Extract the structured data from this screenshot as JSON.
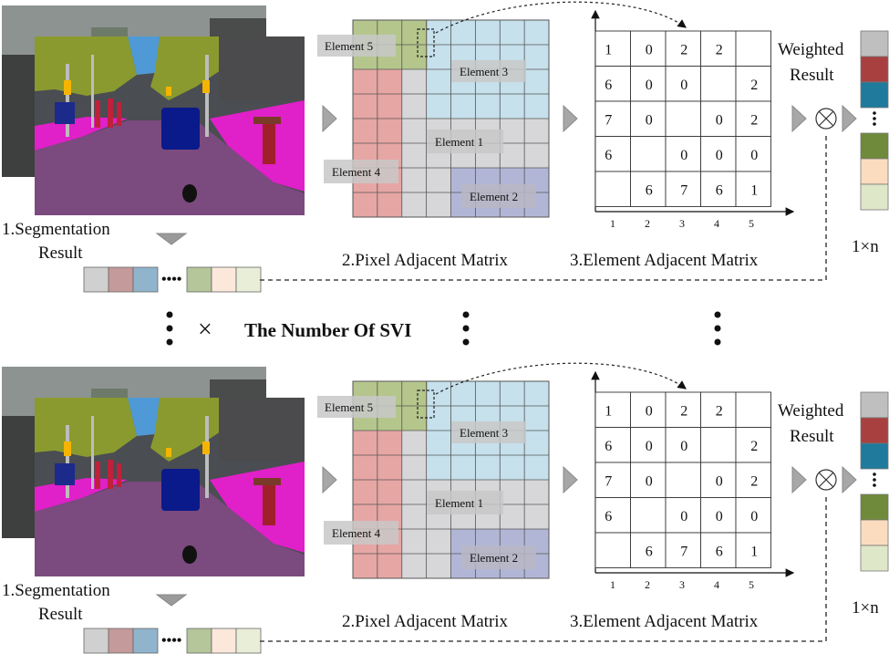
{
  "labels": {
    "seg_line1": "1.Segmentation",
    "seg_line2": "Result",
    "pixel_matrix": "2.Pixel Adjacent Matrix",
    "element_matrix": "3.Element Adjacent Matrix",
    "weighted_line1": "Weighted",
    "weighted_line2": "Result",
    "one_by_n": "1×n",
    "times": "×",
    "svi_count": "The Number Of SVI"
  },
  "elements": [
    "Element 1",
    "Element 2",
    "Element 3",
    "Element 4",
    "Element 5"
  ],
  "element_matrix": {
    "col_labels": [
      "1",
      "2",
      "3",
      "4",
      "5"
    ],
    "rows": [
      [
        "1",
        "0",
        "2",
        "2",
        ""
      ],
      [
        "6",
        "0",
        "0",
        "",
        "2"
      ],
      [
        "7",
        "0",
        "",
        "0",
        "2"
      ],
      [
        "6",
        "",
        "0",
        "0",
        "0"
      ],
      [
        "",
        "6",
        "7",
        "6",
        "1"
      ]
    ]
  },
  "colors": {
    "element1": "#d7d7d9",
    "element2": "#b2b6d6",
    "element3": "#c6e0ec",
    "element4": "#e6a6a4",
    "element5": "#b5c68c",
    "vector": [
      "#bfbfbf",
      "#a8403f",
      "#1f7a9c",
      "#6f8a3a",
      "#fbdcbf",
      "#dfe7c9"
    ],
    "bottom_vector": [
      "#d0d0d0",
      "#c59a9a",
      "#8fb4cc",
      "#b5c69a",
      "#fbe8da",
      "#e8eed8"
    ]
  }
}
